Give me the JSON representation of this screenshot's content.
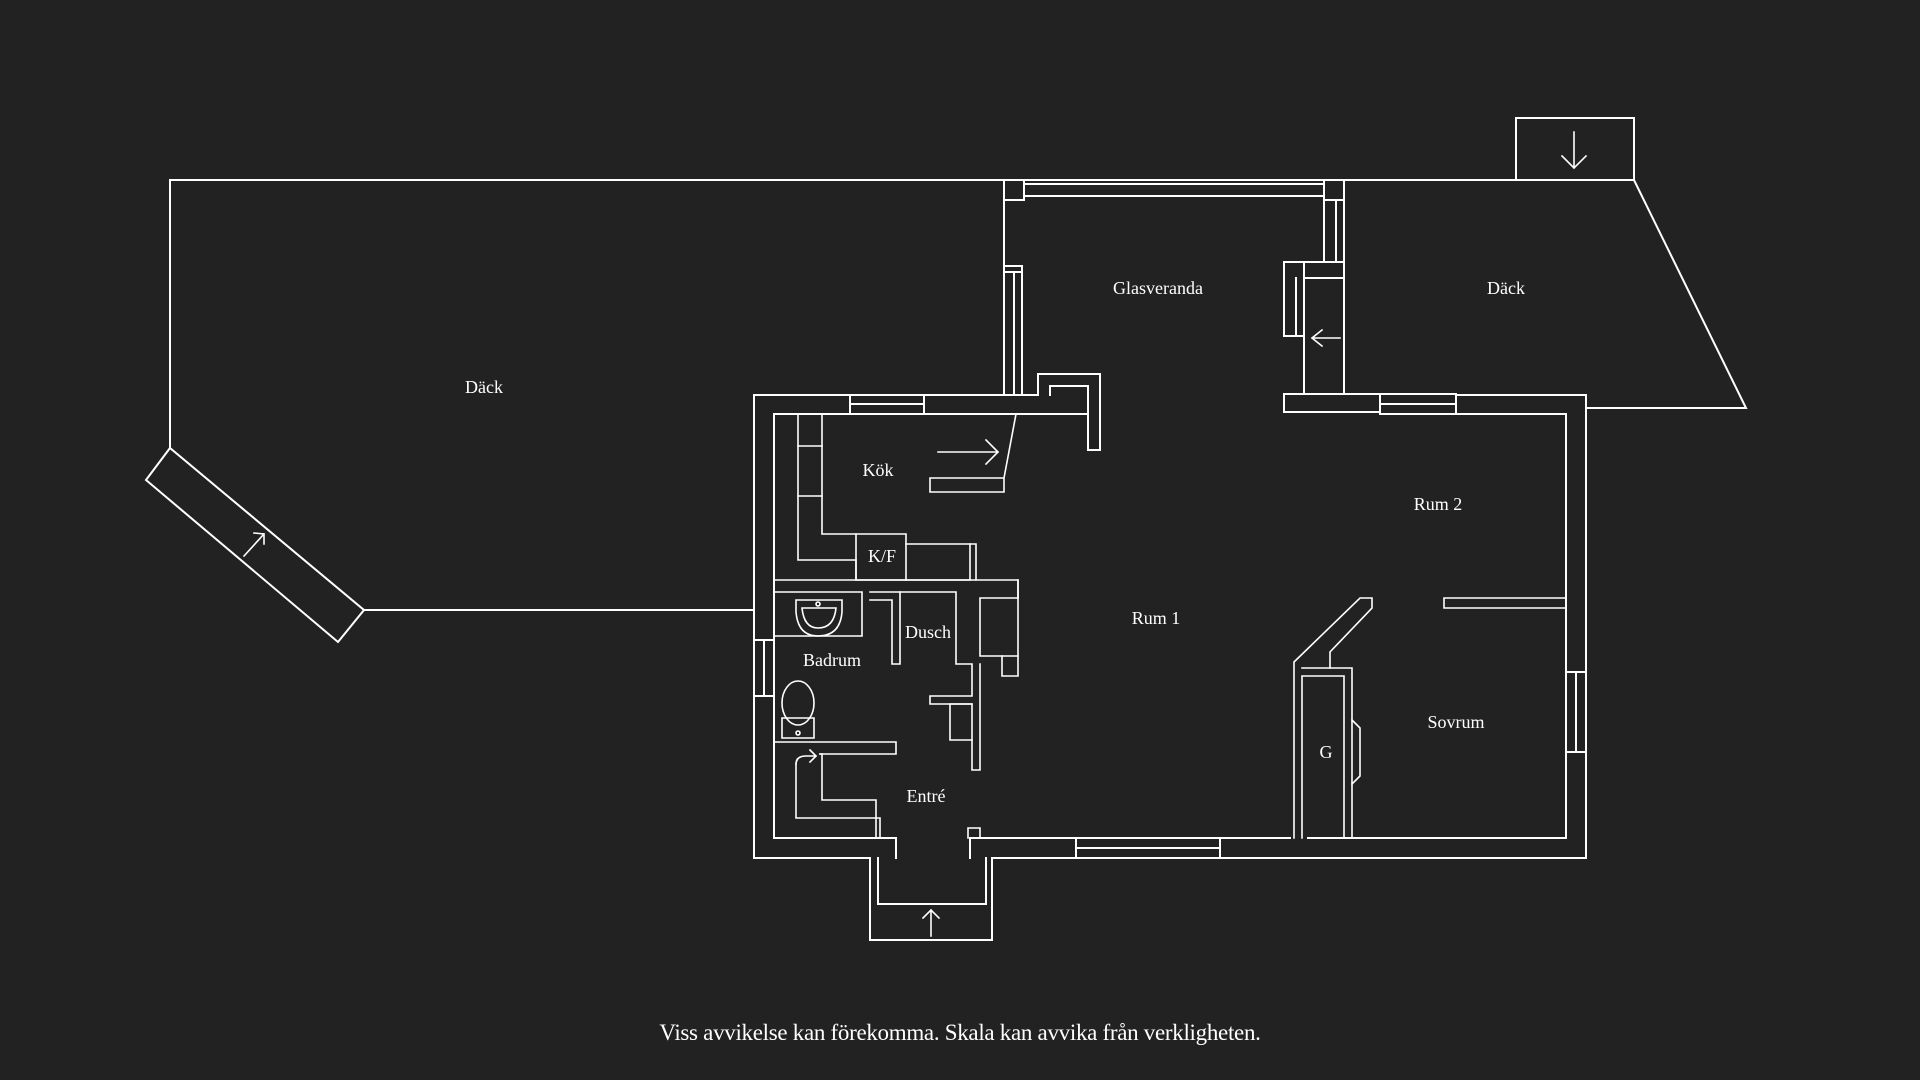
{
  "colors": {
    "background": "#222222",
    "line": "#ffffff",
    "text": "#ffffff"
  },
  "rooms": {
    "deck_left": "Däck",
    "deck_right": "Däck",
    "glasveranda": "Glasveranda",
    "kok": "Kök",
    "kf": "K/F",
    "rum1": "Rum 1",
    "rum2": "Rum 2",
    "dusch": "Dusch",
    "badrum": "Badrum",
    "entre": "Entré",
    "sovrum": "Sovrum",
    "garderob": "G"
  },
  "icons": [
    "entry-arrow-icon",
    "sink-icon",
    "toilet-icon",
    "stair-arrow-icon"
  ],
  "disclaimer": "Viss avvikelse kan förekomma. Skala kan avvika från verkligheten."
}
